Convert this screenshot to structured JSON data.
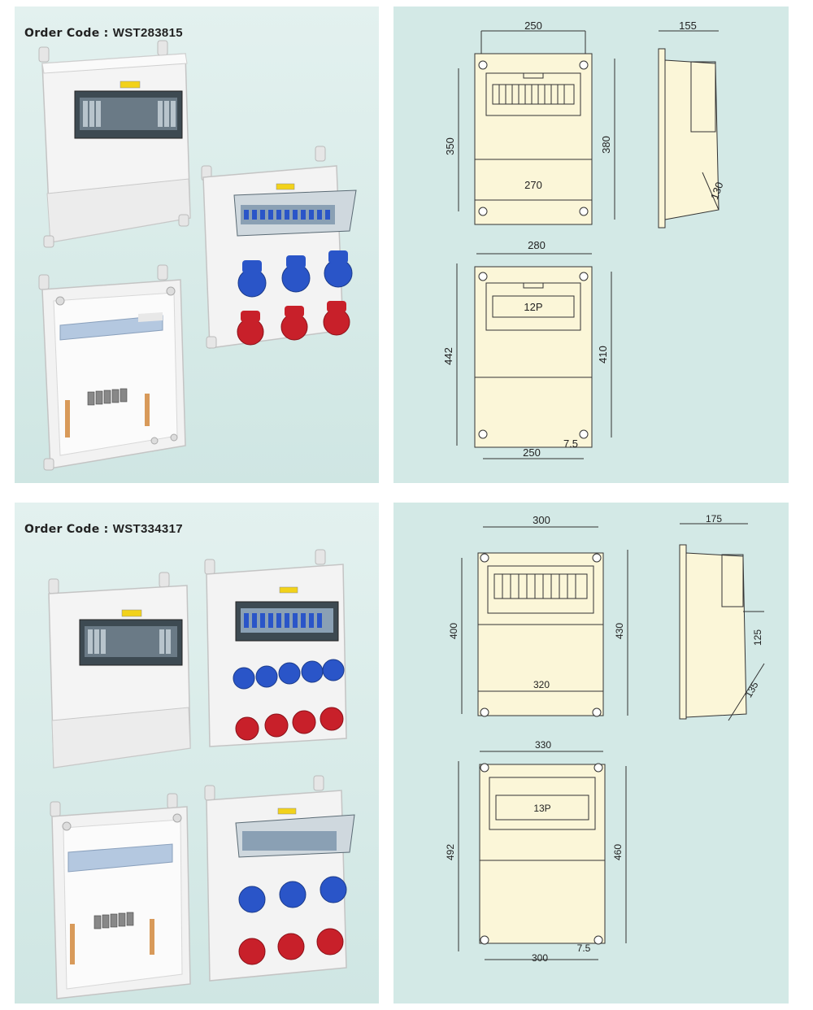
{
  "sections": [
    {
      "order_code_label": "Order Code :",
      "order_code": "WST283815",
      "drawing_front_small": {
        "top_width": "250",
        "height_inner": "350",
        "height_outer": "380",
        "bottom_width": "270"
      },
      "drawing_side_small": {
        "depth": "155",
        "cover_depth": "130"
      },
      "drawing_front_large": {
        "top_width": "280",
        "height_outer": "442",
        "height_inner": "410",
        "breaker_label": "12P",
        "bottom_width": "250",
        "offset": "7.5"
      }
    },
    {
      "order_code_label": "Order Code :",
      "order_code": "WST334317",
      "drawing_front_small": {
        "top_width": "300",
        "height_inner": "400",
        "height_outer": "430",
        "bottom_width": "320"
      },
      "drawing_side_small": {
        "depth": "175",
        "cover_depth_a": "125",
        "cover_depth_b": "135"
      },
      "drawing_front_large": {
        "top_width": "330",
        "height_outer": "492",
        "height_inner": "460",
        "breaker_label": "13P",
        "bottom_width": "300",
        "offset": "7.5"
      }
    }
  ],
  "colors": {
    "panel_bg": "#d3e9e6",
    "drawing_fill": "#fbf6d8",
    "socket_blue": "#2a55c8",
    "socket_red": "#c8202a"
  }
}
